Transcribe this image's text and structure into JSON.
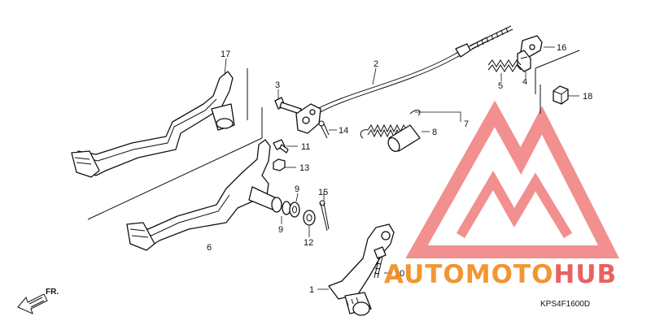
{
  "diagram": {
    "callouts": [
      {
        "id": "p17",
        "label": "17"
      },
      {
        "id": "p2",
        "label": "2"
      },
      {
        "id": "p16",
        "label": "16"
      },
      {
        "id": "p5",
        "label": "5"
      },
      {
        "id": "p4",
        "label": "4"
      },
      {
        "id": "p3",
        "label": "3"
      },
      {
        "id": "p18",
        "label": "18"
      },
      {
        "id": "p7",
        "label": "7"
      },
      {
        "id": "p14",
        "label": "14"
      },
      {
        "id": "p8",
        "label": "8"
      },
      {
        "id": "p11",
        "label": "11"
      },
      {
        "id": "p13",
        "label": "13"
      },
      {
        "id": "p9a",
        "label": "9"
      },
      {
        "id": "p15",
        "label": "15"
      },
      {
        "id": "p9b",
        "label": "9"
      },
      {
        "id": "p12",
        "label": "12"
      },
      {
        "id": "p6",
        "label": "6"
      },
      {
        "id": "p10",
        "label": "10"
      },
      {
        "id": "p1",
        "label": "1"
      }
    ],
    "diagram_code": "KPS4F1600D",
    "direction_marker": "FR.",
    "watermark": {
      "brand_part1": "AUTO",
      "brand_part2": "MOTO",
      "brand_part3": "HUB",
      "color_primary": "#f08b1e",
      "color_secondary": "#e85050",
      "logo_color": "#f07c7c"
    }
  }
}
